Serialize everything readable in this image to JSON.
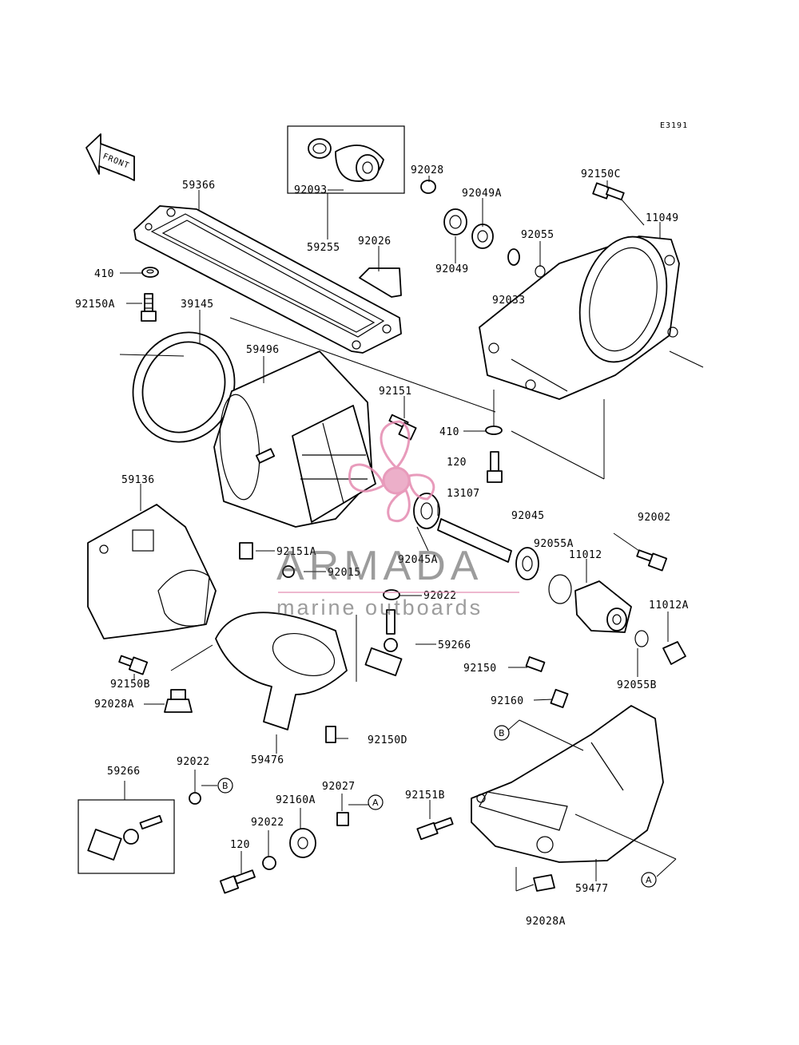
{
  "diagram_code": "E3191",
  "front_label": "FRONT",
  "watermark": {
    "brand": "ARMADA",
    "tagline": "marine outboards",
    "logo_color": "#e48ab0"
  },
  "ref_markers": {
    "a": "A",
    "b": "B"
  },
  "part_labels": {
    "p59366": "59366",
    "p410a": "410",
    "p92150a": "92150A",
    "p39145": "39145",
    "p59496": "59496",
    "p92093": "92093",
    "p59255": "59255",
    "p92028": "92028",
    "p92049a": "92049A",
    "p92026": "92026",
    "p92049": "92049",
    "p92055": "92055",
    "p92150c": "92150C",
    "p11049": "11049",
    "p92033": "92033",
    "p92151": "92151",
    "p410b": "410",
    "p120a": "120",
    "p13107": "13107",
    "p92045": "92045",
    "p92002": "92002",
    "p59136": "59136",
    "p92151a": "92151A",
    "p92015": "92015",
    "p92045a": "92045A",
    "p92055a": "92055A",
    "p11012": "11012",
    "p92022a": "92022",
    "p11012a": "11012A",
    "p59266a": "59266",
    "p92150": "92150",
    "p92055b": "92055B",
    "p92150b": "92150B",
    "p92028a1": "92028A",
    "p92160": "92160",
    "p92150d": "92150D",
    "p59476": "59476",
    "p59266b": "59266",
    "p92022b": "92022",
    "p92027": "92027",
    "p92151b": "92151B",
    "p92160a": "92160A",
    "p92022c": "92022",
    "p120b": "120",
    "p59477": "59477",
    "p92028a2": "92028A"
  }
}
